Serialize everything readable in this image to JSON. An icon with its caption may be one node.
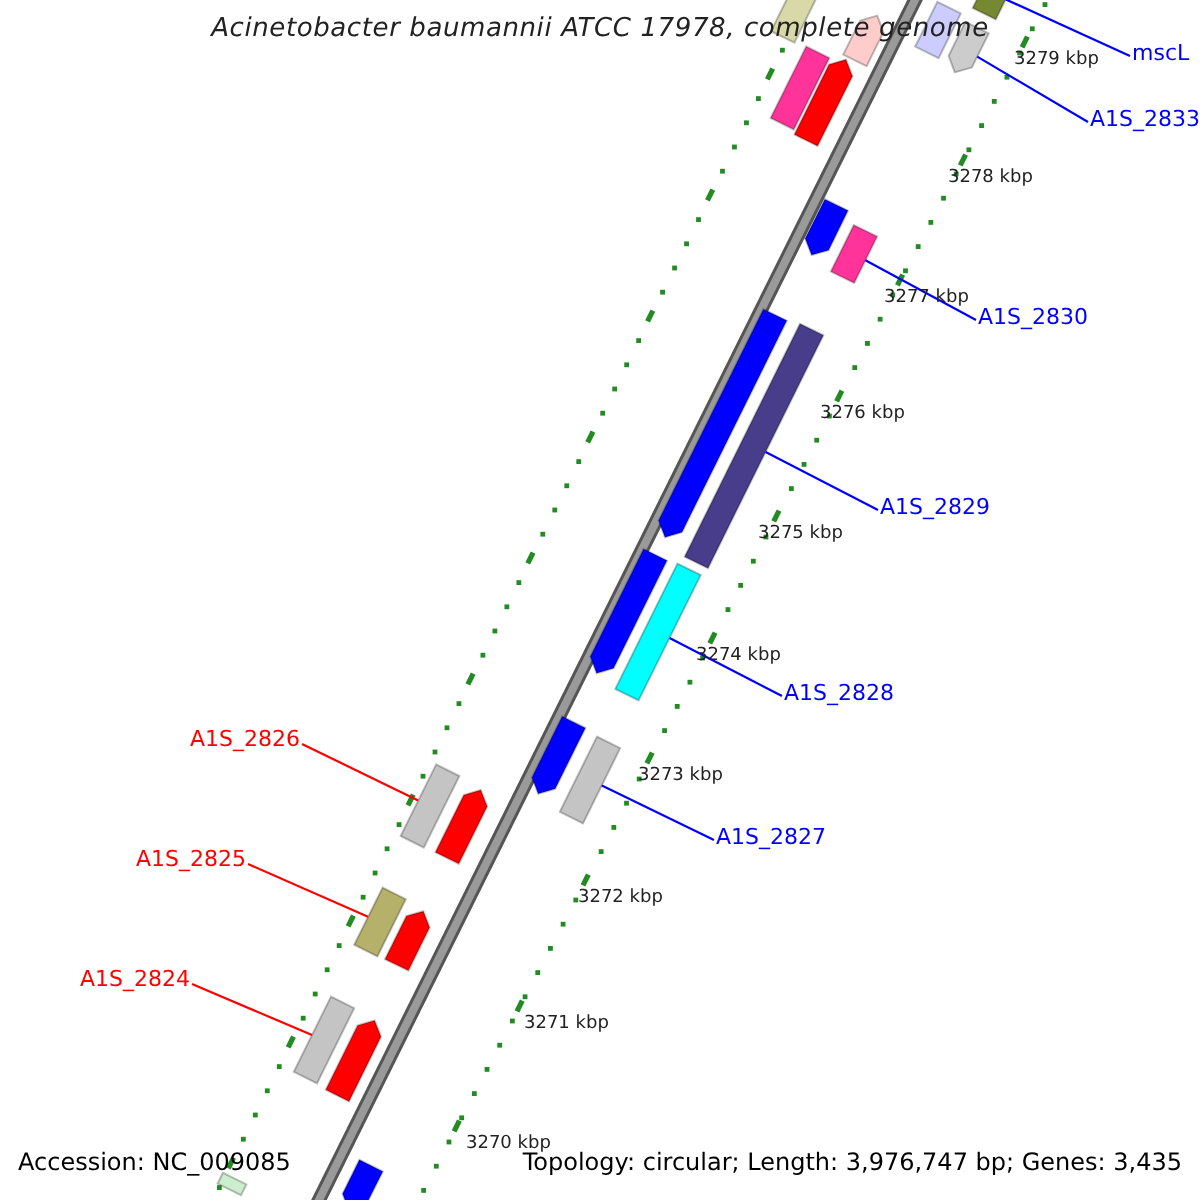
{
  "diagram": {
    "title": "Acinetobacter baumannii ATCC 17978, complete genome",
    "nodes": [
      {
        "text": [
          "mscL"
        ]
      },
      {
        "text": [
          "A1S_2833"
        ]
      },
      {
        "text": [
          "A1S_2830"
        ]
      },
      {
        "text": [
          "A1S_2829"
        ]
      },
      {
        "text": [
          "A1S_2828"
        ]
      },
      {
        "text": [
          "A1S_2826"
        ]
      },
      {
        "text": [
          "A1S_2827"
        ]
      },
      {
        "text": [
          "A1S_2825"
        ]
      },
      {
        "text": [
          "A1S_2824"
        ]
      },
      {
        "text": [],
        "shape": "bar"
      },
      {
        "text": [],
        "shape": "bar"
      },
      {
        "text": [],
        "shape": "bar"
      },
      {
        "text": [],
        "shape": "bar"
      },
      {
        "text": [],
        "shape": "bar"
      },
      {
        "text": [],
        "shape": "bar"
      },
      {
        "text": [],
        "shape": "bar"
      },
      {
        "text": [],
        "shape": "bar"
      },
      {
        "text": [],
        "shape": "bar"
      },
      {
        "text": [],
        "shape": "bar"
      },
      {
        "text": [],
        "shape": "bar"
      },
      {
        "text": [],
        "shape": "bar"
      },
      {
        "text": [],
        "shape": "bar"
      },
      {
        "text": [],
        "shape": "bar"
      },
      {
        "text": [],
        "shape": "bar"
      },
      {
        "text": [],
        "shape": "bar"
      },
      {
        "text": [],
        "shape": "bar"
      },
      {
        "text": [],
        "shape": "bar"
      },
      {
        "text": [],
        "shape": "bar"
      },
      {
        "text": [],
        "shape": "bar"
      },
      {
        "text": [],
        "shape": "bar"
      },
      {
        "text": [],
        "shape": "bar"
      },
      {
        "text": [],
        "shape": "bar"
      }
    ],
    "edges": [
      {
        "from": 0,
        "to": 9,
        "arrow": "none"
      },
      {
        "from": 1,
        "to": 13,
        "arrow": "none"
      },
      {
        "from": 2,
        "to": 17,
        "arrow": "none"
      },
      {
        "from": 3,
        "to": 19,
        "arrow": "none"
      },
      {
        "from": 4,
        "to": 21,
        "arrow": "none"
      },
      {
        "from": 5,
        "to": 24,
        "arrow": "none",
        "color": "#ff0000"
      },
      {
        "from": 6,
        "to": 23,
        "arrow": "none"
      },
      {
        "from": 7,
        "to": 26,
        "arrow": "none",
        "color": "#ff0000"
      },
      {
        "from": 8,
        "to": 28,
        "arrow": "none",
        "color": "#ff0000"
      }
    ],
    "labels": [
      "3279 kbp",
      "3278 kbp",
      "3277 kbp",
      "3276 kbp",
      "3275 kbp",
      "3274 kbp",
      "3273 kbp",
      "3272 kbp",
      "3271 kbp",
      "3270 kbp",
      "Accession: NC_009085",
      "Topology: circular; Length: 3,976,747 bp; Genes: 3,435"
    ]
  }
}
